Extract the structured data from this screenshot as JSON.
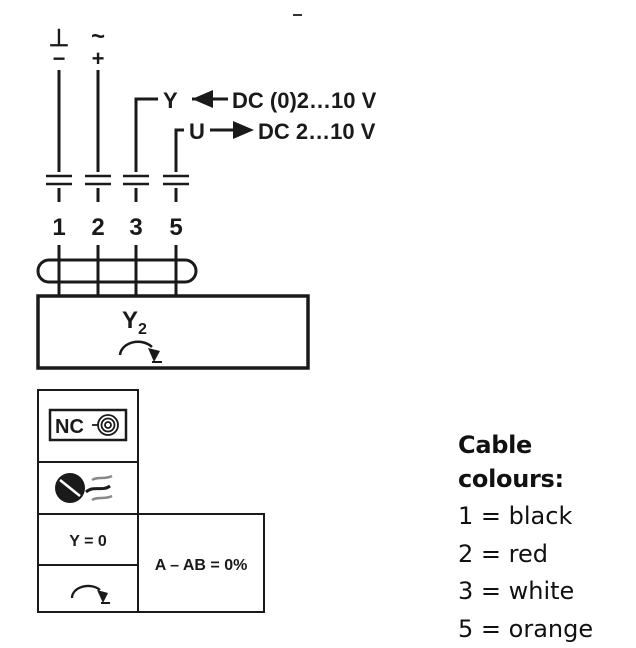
{
  "supply": {
    "ground_symbol": "⊥",
    "minus": "−",
    "ac_symbol": "~",
    "plus": "+"
  },
  "signals": {
    "y": {
      "name": "Y",
      "range": "DC (0)2…10 V"
    },
    "u": {
      "name": "U",
      "range": "DC 2…10 V"
    }
  },
  "terminals": [
    "1",
    "2",
    "3",
    "5"
  ],
  "device": {
    "label_main": "Y",
    "label_sub": "2"
  },
  "settings": {
    "nc_label": "NC",
    "y_label": "Y = 0",
    "result_label": "A – AB = 0%"
  },
  "legend": {
    "title": "Cable colours:",
    "items": [
      "1 = black",
      "2 = red",
      "3 = white",
      "5 = orange"
    ]
  }
}
